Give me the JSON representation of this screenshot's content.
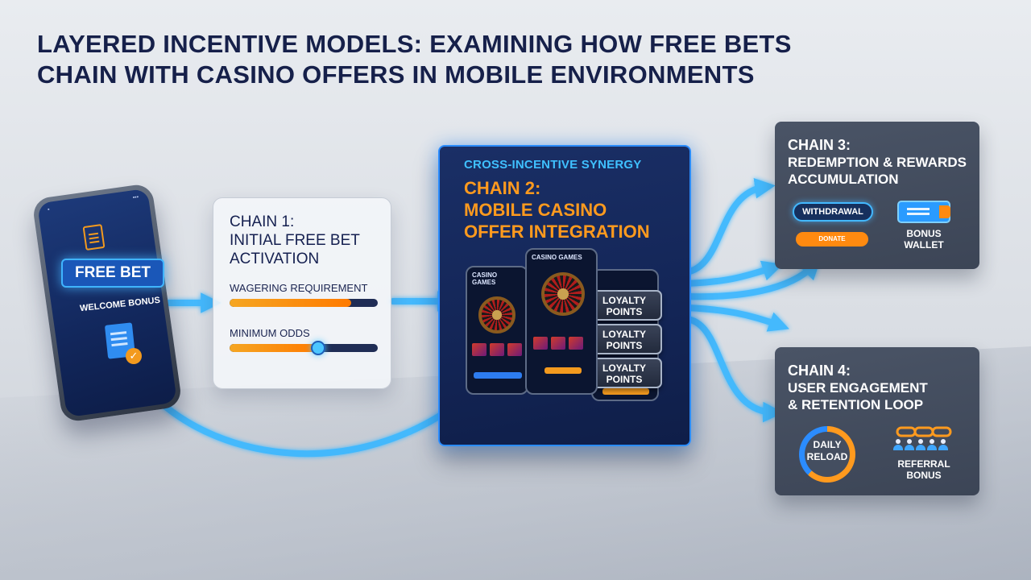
{
  "title": {
    "line1": "Layered Incentive Models: Examining How Free Bets",
    "line2": "Chain With Casino Offers in Mobile Environments"
  },
  "phone": {
    "badge": "FREE BET",
    "welcome": "WELCOME BONUS",
    "icons": [
      "document-icon",
      "checklist-document-icon",
      "check-circle-icon"
    ]
  },
  "chain1": {
    "title_line1": "CHAIN 1:",
    "title_line2": "INITIAL FREE BET",
    "title_line3": "ACTIVATION",
    "wagering_label": "WAGERING REQUIREMENT",
    "wagering_progress": 0.82,
    "odds_label": "MINIMUM ODDS",
    "odds_progress": 0.6
  },
  "chain2": {
    "subtitle": "CROSS-INCENTIVE SYNERGY",
    "title_line1": "CHAIN 2:",
    "title_line2": "MOBILE CASINO",
    "title_line3": "OFFER INTEGRATION",
    "phone_left_header": "CASINO GAMES",
    "phone_mid_header": "CASINO GAMES",
    "loyalty_items": [
      {
        "line1": "LOYALTY",
        "line2": "POINTS"
      },
      {
        "line1": "LOYALTY",
        "line2": "POINTS"
      },
      {
        "line1": "LOYALTY",
        "line2": "POINTS"
      }
    ]
  },
  "chain3": {
    "title_line1": "CHAIN 3:",
    "title_line2": "REDEMPTION & REWARDS",
    "title_line3": "ACCUMULATION",
    "withdrawal": "WITHDRAWAL",
    "orange_button": "DONATE",
    "wallet_line1": "BONUS",
    "wallet_line2": "WALLET"
  },
  "chain4": {
    "title_line1": "CHAIN 4:",
    "title_line2": "USER ENGAGEMENT",
    "title_line3": "& RETENTION LOOP",
    "reload_line1": "DAILY",
    "reload_line2": "RELOAD",
    "referral_line1": "REFERRAL",
    "referral_line2": "BONUS"
  },
  "colors": {
    "accent_blue": "#2a8cff",
    "glow_blue": "#43c2ff",
    "accent_orange": "#ff9a1e",
    "navy": "#16204a",
    "card_dark": "#444e60"
  }
}
